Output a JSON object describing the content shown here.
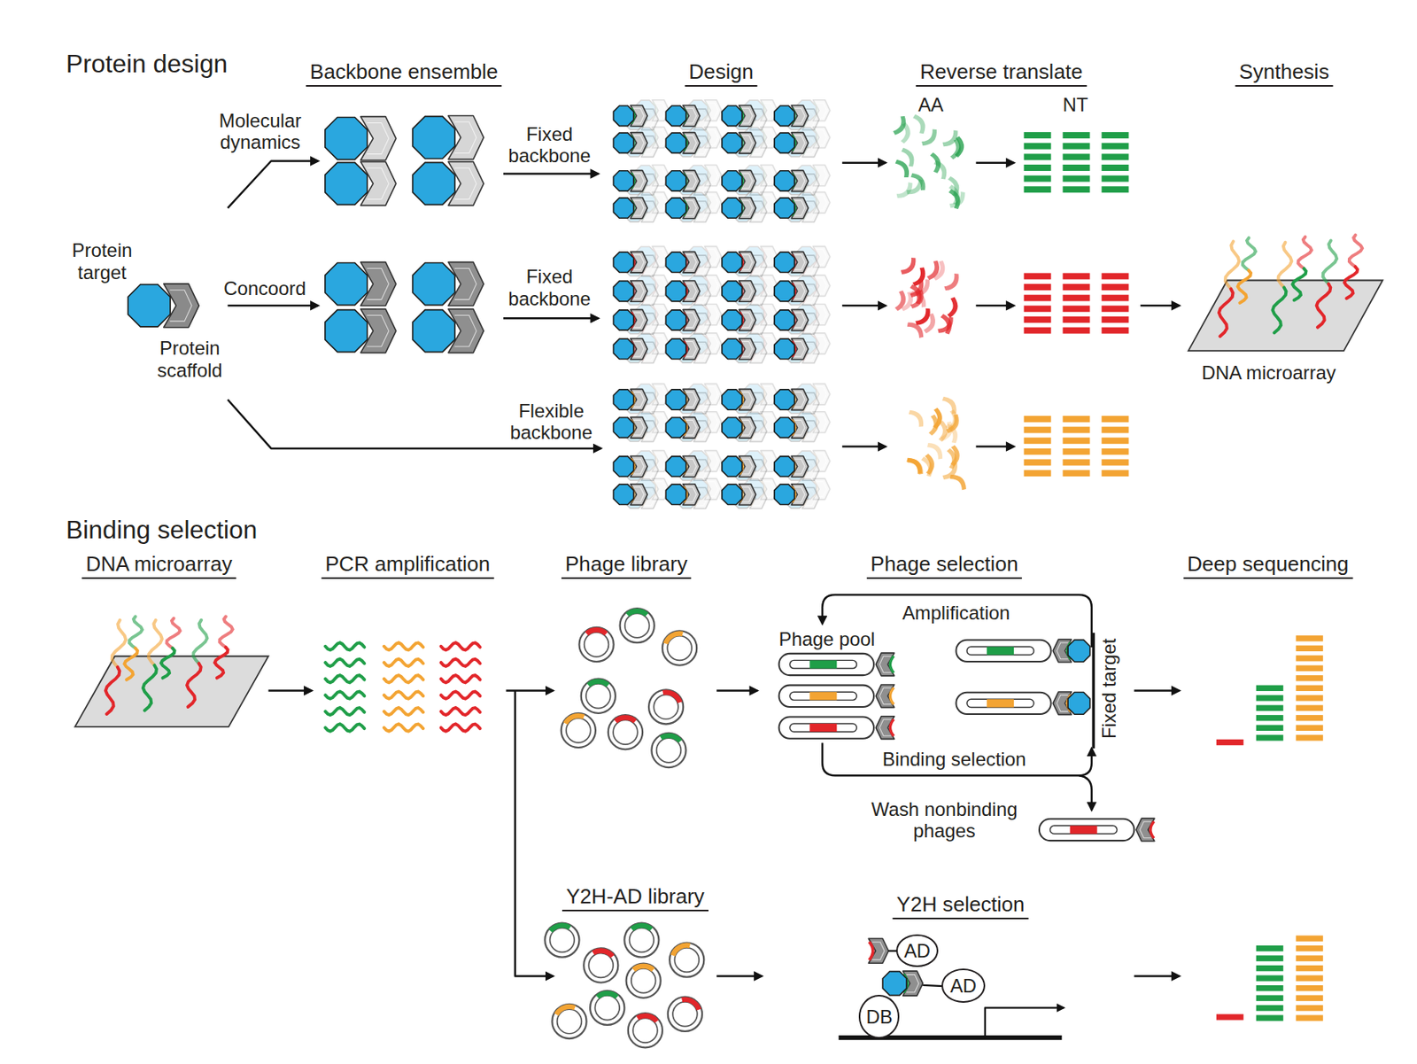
{
  "diagram": {
    "nodes": [
      {
        "text": [
          "AD"
        ]
      },
      {
        "text": [
          "AD"
        ]
      },
      {
        "text": [
          "DB"
        ]
      }
    ],
    "labels": [
      "Protein design",
      "Backbone ensemble",
      "Design",
      "Reverse translate",
      "Synthesis",
      "AA",
      "NT",
      "Molecular dynamics",
      "Fixed backbone",
      "Protein target",
      "Concoord",
      "Fixed backbone",
      "Protein scaffold",
      "DNA microarray",
      "Flexible backbone",
      "Binding selection",
      "DNA microarray",
      "PCR amplification",
      "Phage library",
      "Phage selection",
      "Deep sequencing",
      "Amplification",
      "Phage pool",
      "Binding selection",
      "Fixed target",
      "Wash nonbinding phages",
      "Y2H-AD library",
      "Y2H selection"
    ]
  }
}
